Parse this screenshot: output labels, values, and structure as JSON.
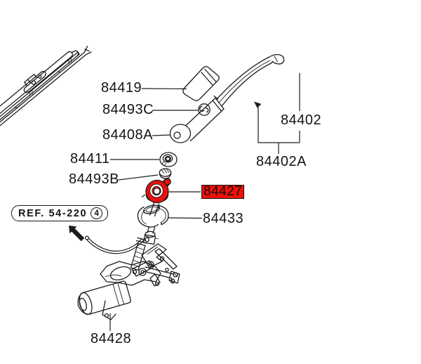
{
  "canvas": {
    "background": "#ffffff",
    "line_color": "#1c1c1c",
    "highlight_color": "#ee1107",
    "highlight_part_fill": "#e8100c"
  },
  "ref_box": {
    "text": "REF. 54-220",
    "circle_number": "4"
  },
  "labels": {
    "p84419": {
      "text": "84419",
      "highlighted": false
    },
    "p84493C": {
      "text": "84493C",
      "highlighted": false
    },
    "p84408A": {
      "text": "84408A",
      "highlighted": false
    },
    "p84411": {
      "text": "84411",
      "highlighted": false
    },
    "p84493B": {
      "text": "84493B",
      "highlighted": false
    },
    "p84427": {
      "text": "84427",
      "highlighted": true
    },
    "p84433": {
      "text": "84433",
      "highlighted": false
    },
    "p84428": {
      "text": "84428",
      "highlighted": false
    },
    "p84402": {
      "text": "84402",
      "highlighted": false
    },
    "p84402A": {
      "text": "84402A",
      "highlighted": false
    }
  }
}
